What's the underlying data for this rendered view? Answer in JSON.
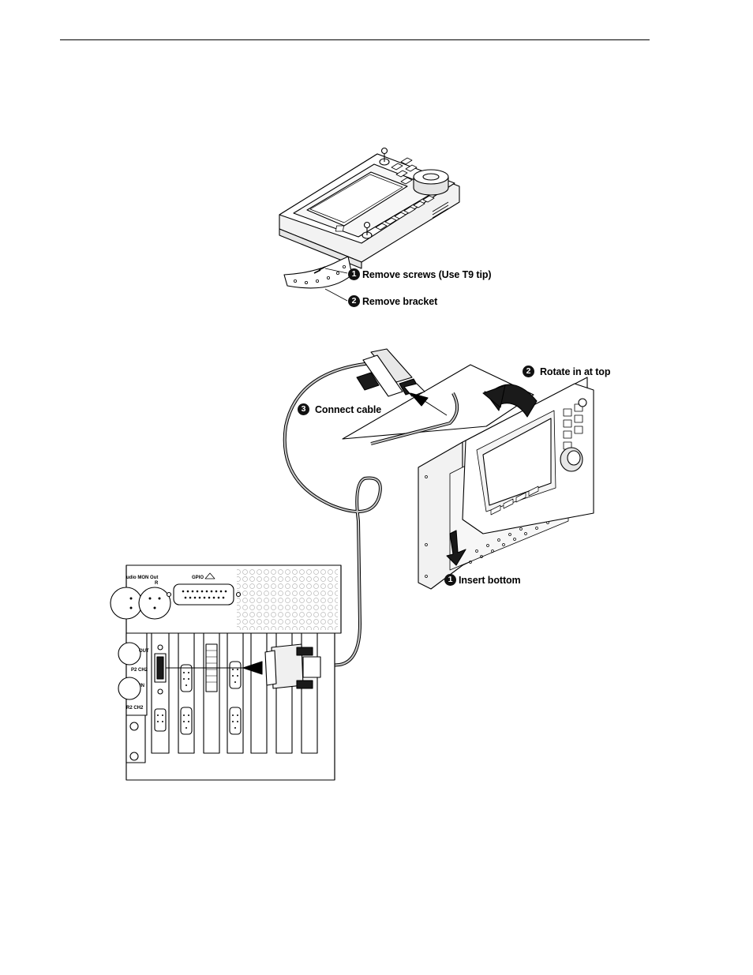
{
  "figure_top": {
    "callouts": [
      {
        "number": "1",
        "text": "Remove screws (Use T9 tip)"
      },
      {
        "number": "2",
        "text": "Remove bracket"
      }
    ]
  },
  "figure_bottom": {
    "callouts": [
      {
        "number": "2",
        "text": "Rotate in at top"
      },
      {
        "number": "3",
        "text": "Connect cable"
      },
      {
        "number": "1",
        "text": "Insert bottom"
      }
    ],
    "panel_labels": {
      "audio": "udio MON Out",
      "r": "R",
      "gpio": "GPIO",
      "out": "OUT",
      "ch2": "P2 CH2",
      "in": "IN",
      "r2ch2": "R2 CH2"
    }
  },
  "colors": {
    "line": "#000000",
    "cable": "#9a9a9a",
    "fill_light": "#efefef",
    "fill_dark": "#1a1a1a"
  }
}
